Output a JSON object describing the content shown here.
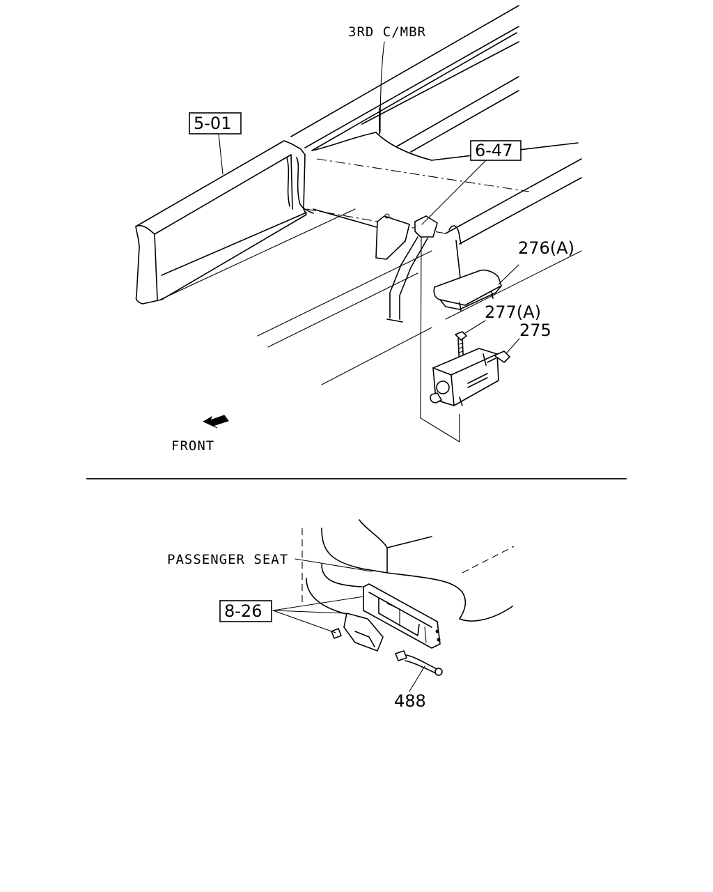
{
  "top_view": {
    "label_crossmember": "3RD C/MBR",
    "ref_frame": "5-01",
    "ref_harness": "6-47",
    "part_cover": "276(A)",
    "part_bolt": "277(A)",
    "part_solenoid": "275",
    "label_front": "FRONT"
  },
  "bottom_view": {
    "label_seat": "PASSENGER SEAT",
    "ref_fasteners": "8-26",
    "part_harness": "488"
  }
}
